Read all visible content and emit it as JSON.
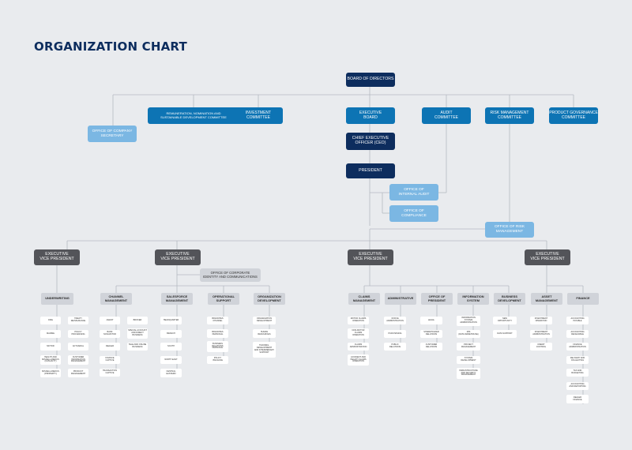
{
  "title": "ORGANIZATION CHART",
  "colors": {
    "navy": "#0d2d5e",
    "blue": "#0d74b4",
    "light_blue": "#7bb7e3",
    "dark_gray": "#535459",
    "gray": "#d0d3d9",
    "background": "#e9ebee"
  },
  "top": {
    "board": "BOARD OF DIRECTORS",
    "ceo": "CHIEF EXECUTIVE\nOFFICER (CEO)",
    "president": "PRESIDENT"
  },
  "committees": [
    "REMUNERATION, NOMINATION AND\nSUSTAINABLE DEVELOPMENT COMMITTEE",
    "INVESTMENT\nCOMMITTEE",
    "EXECUTIVE\nBOARD",
    "AUDIT\nCOMMITTEE",
    "RISK MANAGEMENT\nCOMMITTEE",
    "PRODUCT GOVERNANCE\nCOMMITTEE"
  ],
  "offices": {
    "company_secretary": "OFFICE OF COMPANY\nSECRETARY",
    "internal_audit": "OFFICE OF\nINTERNAL AUDIT",
    "compliance": "OFFICE OF\nCOMPLIANCE",
    "risk_management": "OFFICE OF RISK\nMANAGEMENT",
    "corporate_identity": "OFFICE OF CORPORATE\nIDENTITY AND COMMUNICATIONS"
  },
  "evps": [
    "EXECUTIVE\nVICE PRESIDENT",
    "EXECUTIVE\nVICE PRESIDENT",
    "EXECUTIVE\nVICE PRESIDENT",
    "EXECUTIVE\nVICE PRESIDENT"
  ],
  "departments": [
    {
      "name": "UNDERWRITING",
      "leaves": [
        "FIRE",
        "MARINE",
        "MOTOR",
        "HEALTH AND\nMISCELLANEOUS\n(CASUALTY)",
        "MISCELLANEOUS\n(PROPERTY)",
        "TREATY\nREINSURANCE",
        "POLICY\nPROCESSING",
        "ACTUARIAL",
        "CUSTOMER\nINFORMATION\nMANAGEMENT",
        "PRODUCT\nMANAGEMENT"
      ]
    },
    {
      "name": "CHANNEL\nMANAGEMENT",
      "leaves": [
        "AGENT",
        "BANK\nNON-MOTOR",
        "DEALER",
        "FINANCE\nCAPTIVE",
        "TRANSACTION\nCAPTIVE",
        "BROKER",
        "SPECIAL ACCOUNT\nAND DIRECT\nBUSINESS",
        "TELE AND ONLINE\nBUSINESS"
      ]
    },
    {
      "name": "SALESFORCE\nMANAGEMENT",
      "leaves": [
        "HEADQUARTER",
        "BRANCH",
        "SOUTH",
        "NORTH EAST",
        "CENTRAL\nEASTERN"
      ]
    },
    {
      "name": "OPERATIONAL\nSUPPORT",
      "leaves": [
        "BRANCHES\nCHANNEL",
        "BRANCHES\nPERSONAL",
        "BUSINESS\nRELATIONS\nPERSONAL",
        "POLICY\nISSUANCE"
      ]
    },
    {
      "name": "ORGANIZATION\nDEVELOPMENT",
      "leaves": [
        "ORGANIZATION\nDEVELOPMENT",
        "HUMAN\nRESOURCES",
        "TRAINING,\nDEVELOPMENT\nAND INTERMEDIARY\nSUPPORT"
      ]
    },
    {
      "name": "CLAIMS\nMANAGEMENT",
      "leaves": [
        "MOTOR CLAIMS\nOPERATION",
        "NON-MOTOR\nCLAIMS\nOPERATION",
        "CLAIMS\nADMINISTRATION",
        "ACCIDENT AND\nHEALTH CLAIMS\nOPERATION"
      ]
    },
    {
      "name": "ADMINISTRATIVE",
      "leaves": [
        "OFFICE\nADMINISTRATION",
        "PURCHASING",
        "PUBLIC\nRELATIONS"
      ]
    },
    {
      "name": "OFFICE OF\nPRESIDENT",
      "leaves": [
        "LEGAL",
        "SHAREHOLDER\nRELATIONS",
        "CUSTOMER\nRELATIONS"
      ]
    },
    {
      "name": "INFORMATION\nSYSTEM",
      "leaves": [
        "INFORMATION\nSYSTEM\nADMINISTRATION",
        "MIS\n(DATA WAREHOUSE)",
        "PROJECT\nMANAGEMENT",
        "SYSTEM\nDEVELOPMENT",
        "INFRASTRUCTURE\nAND SECURITY\nMANAGEMENT"
      ]
    },
    {
      "name": "BUSINESS\nDEVELOPMENT",
      "leaves": [
        "NEW\nOPPORTUNITY",
        "DATA SUPPORT"
      ]
    },
    {
      "name": "ASSET\nMANAGEMENT",
      "leaves": [
        "INVESTMENT\nOPERATION",
        "INVESTMENT\nADMINISTRATION",
        "CREDIT\nCONTROL"
      ]
    },
    {
      "name": "FINANCE",
      "leaves": [
        "ACCOUNTING\nPAYABLE",
        "ACCOUNTING\nRECEIVABLE",
        "FINANCE\nADMINISTRATION",
        "DELIVERY AND\nCOLLECTING",
        "TAX AND\nBUDGETING",
        "ACCOUNTING\nAND REPORTING",
        "DEALER\nFINANCE"
      ]
    }
  ]
}
